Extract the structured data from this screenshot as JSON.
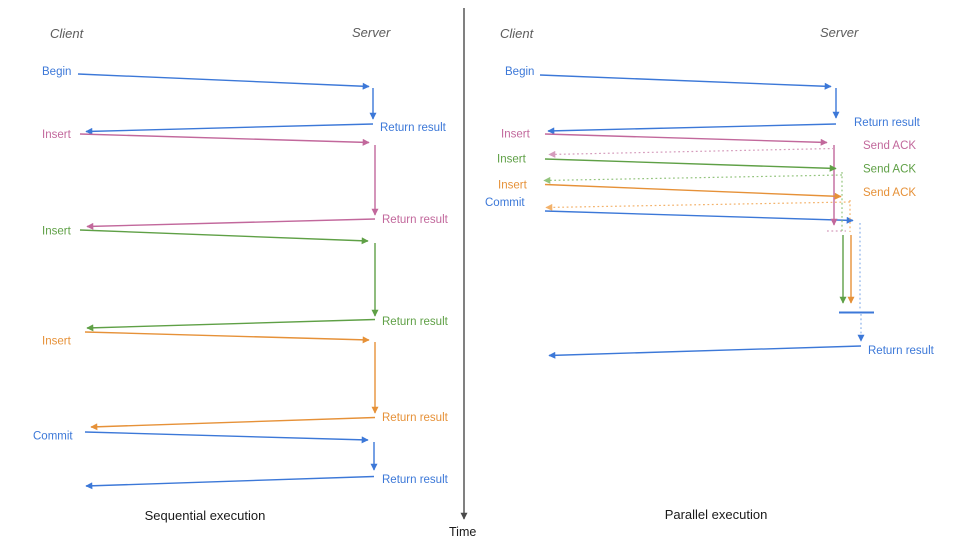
{
  "colors": {
    "blue": "#3c78d8",
    "light_blue": "#8ab1ea",
    "pink": "#c2689c",
    "light_pink": "#d59cbc",
    "green": "#5fa046",
    "light_green": "#93c47d",
    "orange": "#e69138",
    "light_orange": "#f3b26b",
    "header": "#5c5c5c",
    "axis": "#4a4a4a",
    "title": "#1a1a1a"
  },
  "time_label": "Time",
  "sequential": {
    "title": "Sequential execution",
    "client": "Client",
    "server": "Server",
    "calls": [
      {
        "label": "Begin",
        "ret": "Return result"
      },
      {
        "label": "Insert",
        "ret": "Return result"
      },
      {
        "label": "Insert",
        "ret": "Return result"
      },
      {
        "label": "Insert",
        "ret": "Return result"
      },
      {
        "label": "Commit",
        "ret": "Return result"
      }
    ]
  },
  "parallel": {
    "title": "Parallel execution",
    "client": "Client",
    "server": "Server",
    "calls": [
      {
        "label": "Begin",
        "ret": "Return result"
      },
      {
        "label": "Insert",
        "ack": "Send ACK"
      },
      {
        "label": "Insert",
        "ack": "Send ACK"
      },
      {
        "label": "Insert",
        "ack": "Send ACK"
      },
      {
        "label": "Commit"
      }
    ],
    "final_ret": "Return result"
  }
}
